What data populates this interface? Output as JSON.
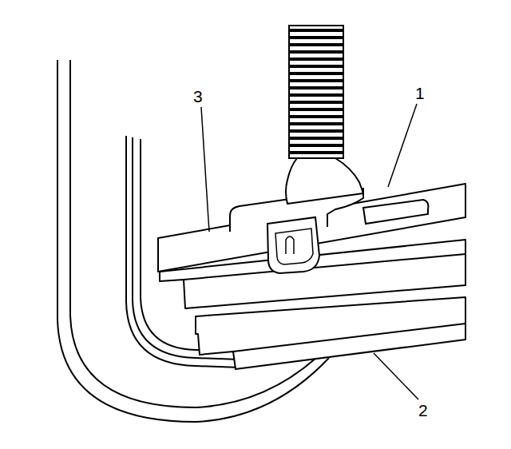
{
  "diagram": {
    "labels": [
      "3",
      "1",
      "2"
    ]
  }
}
